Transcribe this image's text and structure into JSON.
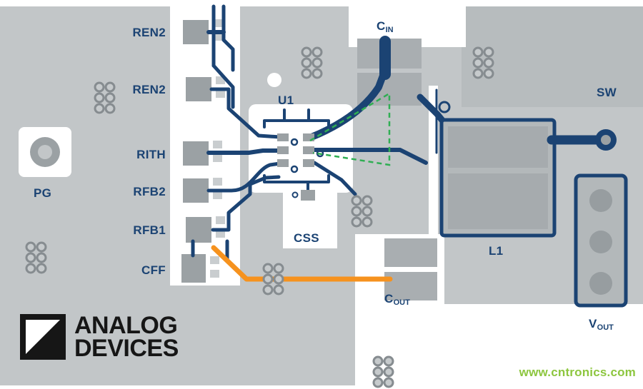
{
  "labels": {
    "ren2_top": "REN2",
    "ren2_bottom": "REN2",
    "rith": "RITH",
    "rfb2": "RFB2",
    "rfb1": "RFB1",
    "cff": "CFF",
    "pg": "PG",
    "u1": "U1",
    "css": "CSS",
    "sw": "SW",
    "l1": "L1",
    "cin": {
      "main": "C",
      "sub": "IN"
    },
    "cout": {
      "main": "C",
      "sub": "OUT"
    },
    "vout": {
      "main": "V",
      "sub": "OUT"
    }
  },
  "logo": {
    "line1": "ANALOG",
    "line2": "DEVICES"
  },
  "watermark": "www.cntronics.com",
  "colors": {
    "board_gray": "#c2c6c8",
    "pad_gray": "#9ba1a4",
    "copper_trace_navy": "#1b4373",
    "highlight_orange": "#f6921e",
    "highlight_green_dashed": "#2fae53",
    "watermark_green": "#8dc63f",
    "logo_black": "#161616"
  }
}
